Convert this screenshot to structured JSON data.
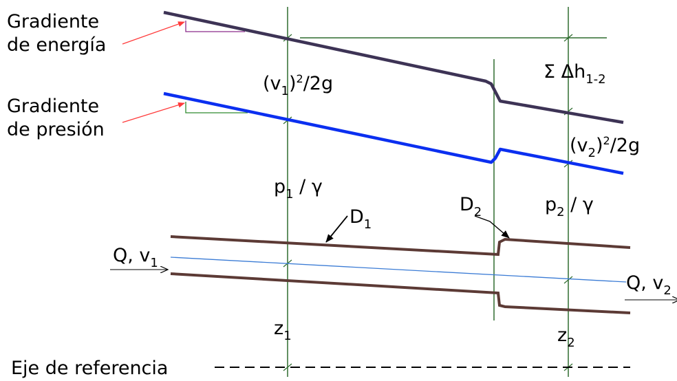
{
  "labels": {
    "energy_gradient": [
      "Gradiente",
      "de energía"
    ],
    "pressure_gradient": [
      "Gradiente",
      "de presión"
    ],
    "velocity_head_1": {
      "open": "(v",
      "sub": "1",
      "close": ")",
      "sup": "2",
      "rest": "/2g"
    },
    "velocity_head_2": {
      "open": "(v",
      "sub": "2",
      "close": ")",
      "sup": "2",
      "rest": "/2g"
    },
    "head_loss": {
      "main": "Σ Δh",
      "sub": "1-2"
    },
    "pressure_head_1": {
      "main": "p",
      "sub": "1",
      "rest": " / ",
      "gamma": "γ"
    },
    "pressure_head_2": {
      "main": "p",
      "sub": "2",
      "rest": " / ",
      "gamma": "γ"
    },
    "diameter_1": {
      "main": "D",
      "sub": "1"
    },
    "diameter_2": {
      "main": "D",
      "sub": "2"
    },
    "flow_in": {
      "main": "Q, v",
      "sub": "1"
    },
    "flow_out": {
      "main": "Q, v",
      "sub": "2"
    },
    "elevation_1": {
      "main": "z",
      "sub": "1"
    },
    "elevation_2": {
      "main": "z",
      "sub": "2"
    },
    "datum": "Eje de referencia"
  },
  "colors": {
    "energy_line": "#3d3355",
    "pressure_line": "#0b2ff0",
    "pipe_wall": "#5c3a35",
    "centerline": "#3a7bd5",
    "section_line": "#2e6b2e",
    "leader_arrow": "#ff3b3b",
    "slope_triangle_energy": "#8a2a8a",
    "slope_triangle_pressure": "#2e8b2e"
  }
}
